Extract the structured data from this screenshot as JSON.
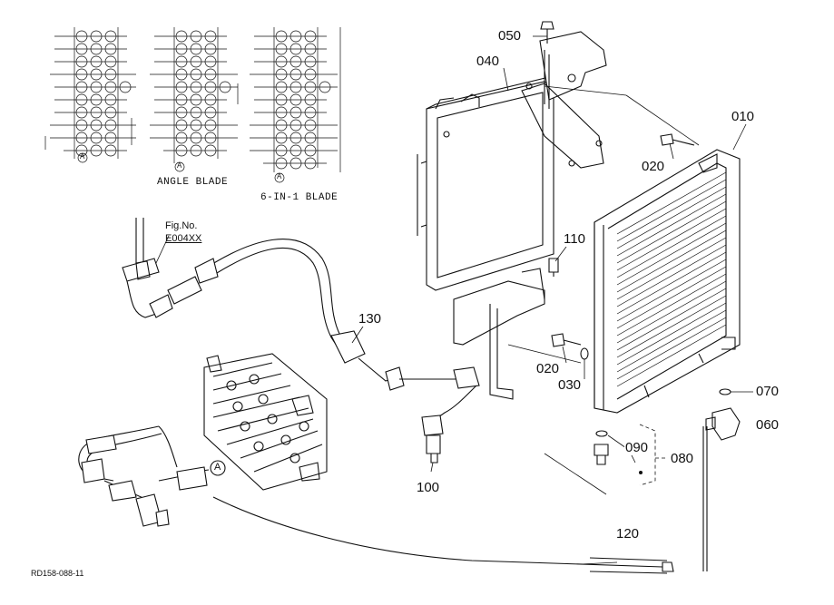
{
  "title_code": "RD158-088-11",
  "figure_ref": {
    "line1": "Fig.No.",
    "line2": "E004XX"
  },
  "captions": {
    "angle_blade": "ANGLE BLADE",
    "six_in_one_blade": "6-IN-1 BLADE"
  },
  "reference_marker": "A",
  "callouts": {
    "p010": "010",
    "p020a": "020",
    "p020b": "020",
    "p030": "030",
    "p040": "040",
    "p050": "050",
    "p060": "060",
    "p070": "070",
    "p080": "080",
    "p090": "090",
    "p100": "100",
    "p110": "110",
    "p120": "120",
    "p130": "130"
  }
}
